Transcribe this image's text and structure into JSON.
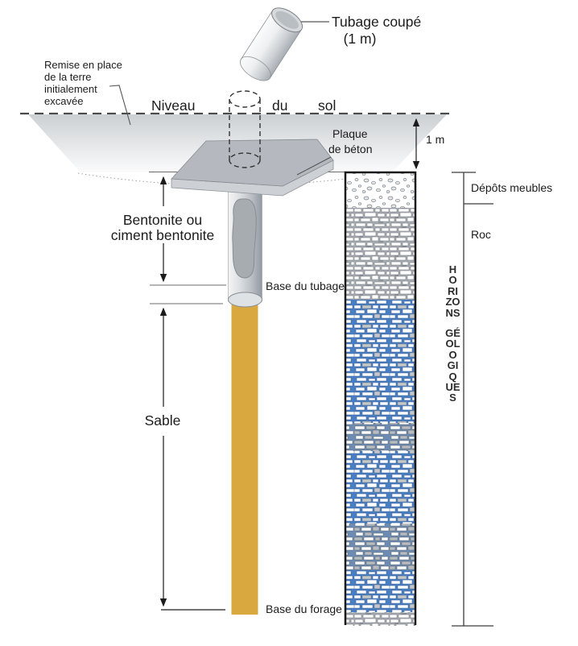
{
  "diagram": {
    "cut_casing": {
      "label_line1": "Tubage coupé",
      "label_line2": "(1 m)"
    },
    "backfill_note": {
      "line1": "Remise en place",
      "line2": "de la terre",
      "line3": "initialement",
      "line4": "excavée"
    },
    "ground_level": {
      "word1": "Niveau",
      "word2": "du",
      "word3": "sol"
    },
    "concrete_plate": {
      "label_line1": "Plaque",
      "label_line2": "de béton"
    },
    "depth_marker": "1 m",
    "bentonite": {
      "label_line1": "Bentonite ou",
      "label_line2": "ciment bentonite"
    },
    "casing_base": "Base du tubage",
    "sand": "Sable",
    "borehole_base": "Base du forage",
    "geology": {
      "layer1": "Dépôts meubles",
      "layer2": "Roc",
      "axis_word1": "HORIZONS",
      "axis_word2": "GÉOLOGIQUES"
    }
  },
  "colors": {
    "sand": "#d9a93f",
    "rock_blue": "#4a7ec2",
    "rock_gray": "#aab0b6",
    "plate_top": "#b5b9bf",
    "plate_front": "#cdd1d5",
    "casing": "#c6cace",
    "bentonite_fill": "#a7acb1"
  }
}
